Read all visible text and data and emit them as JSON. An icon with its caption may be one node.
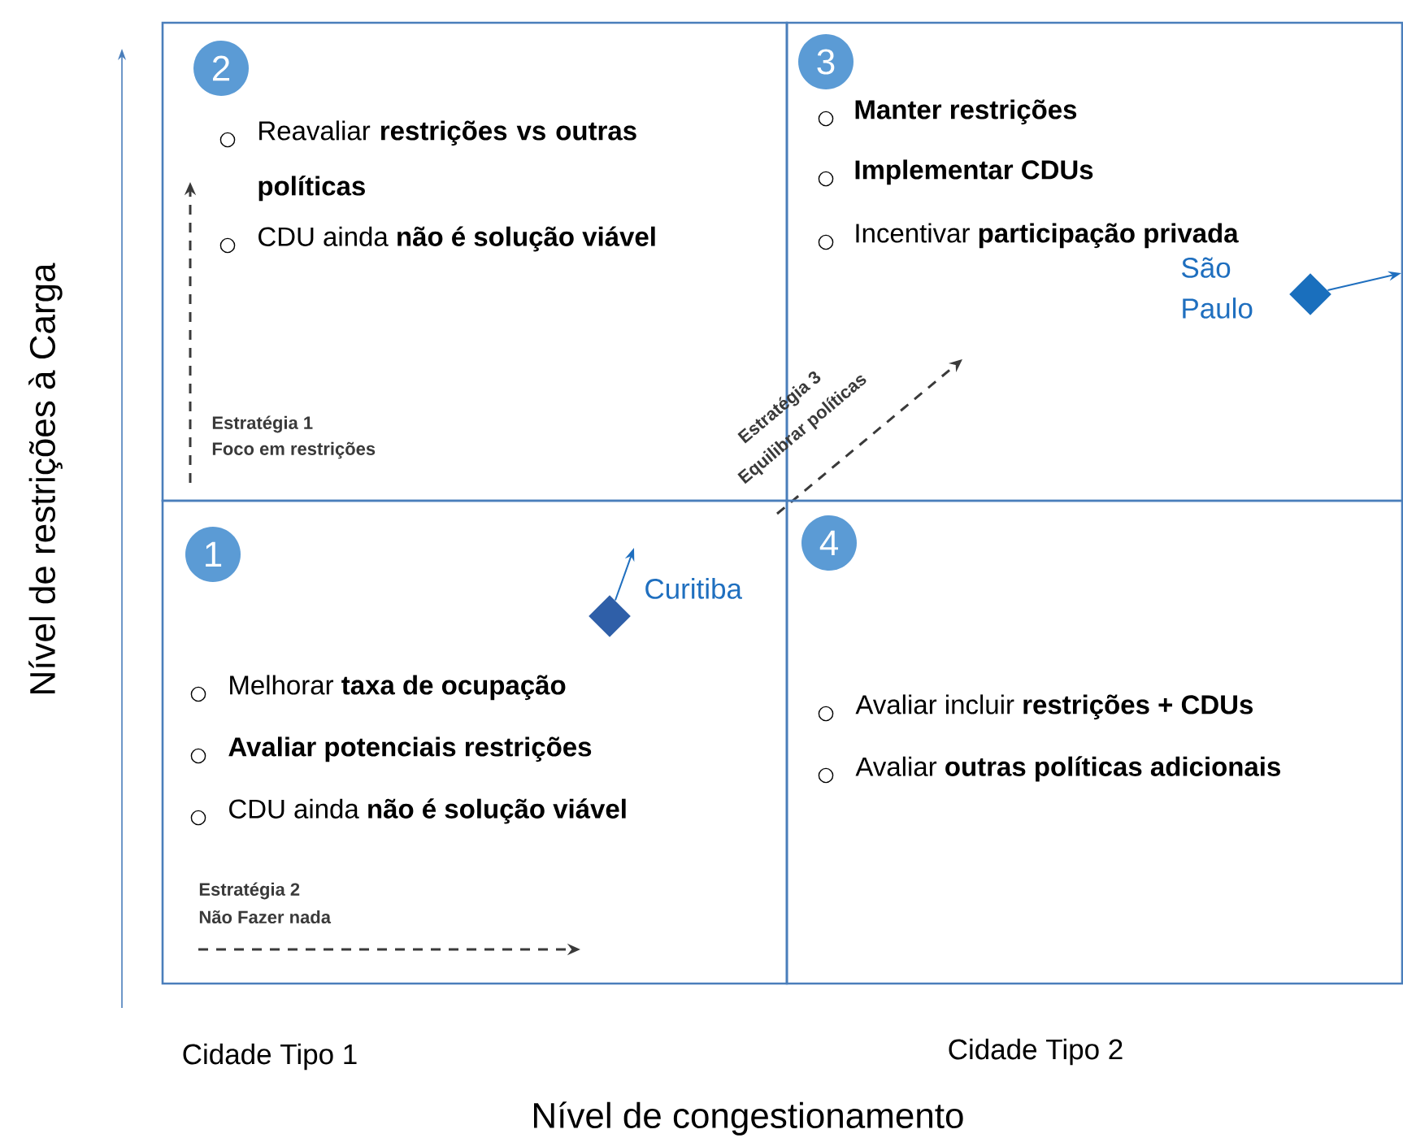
{
  "diagram": {
    "nodes": [
      {
        "text": [
          "Reavaliar **restrições vs outras políticas**",
          "CDU ainda **não é solução viável**"
        ]
      },
      {
        "text": [
          "2"
        ],
        "in": 0
      },
      {
        "text": [
          "**Manter restrições**",
          "**Implementar CDUs**",
          "Incentivar **participação privada**"
        ]
      },
      {
        "text": [
          "3"
        ],
        "in": 2
      },
      {
        "text": [
          "Melhorar **taxa de ocupação**",
          "**Avaliar potenciais restrições**",
          "CDU ainda **não é solução viável**"
        ]
      },
      {
        "text": [
          "1"
        ],
        "in": 4
      },
      {
        "text": [
          "Avaliar incluir **restrições + CDUs**",
          "Avaliar **outras políticas adicionais**"
        ]
      },
      {
        "text": [
          "4"
        ],
        "in": 6
      },
      {
        "text": [],
        "shape": "diamond",
        "in": 4,
        "beside": [
          "Curitiba"
        ]
      },
      {
        "text": [],
        "shape": "diamond",
        "in": 2,
        "beside": [
          "São Paulo"
        ]
      }
    ],
    "edges": [
      {
        "from": 8,
        "to": null,
        "arrow": "to"
      },
      {
        "from": 9,
        "to": null,
        "arrow": "to"
      }
    ],
    "labels": [
      "Nível de restrições à Carga",
      "Estratégia 1",
      "Foco em restrições",
      "Estratégia 3",
      "Equilibrar políticas",
      "Estratégia 2",
      "Não Fazer nada",
      "Cidade Tipo 1",
      "Cidade Tipo 2",
      "Nível de congestionamento"
    ]
  }
}
